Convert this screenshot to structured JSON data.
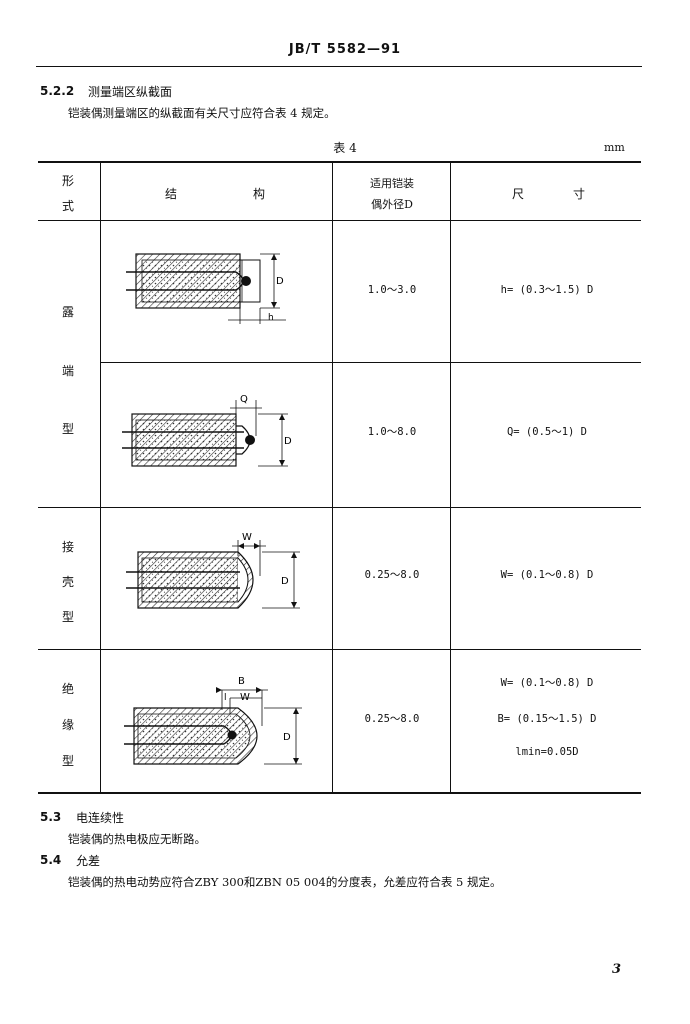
{
  "header": {
    "code": "JB/T 5582—91"
  },
  "sec_522": {
    "num": "5.2.2",
    "title": "测量端区纵截面",
    "para": "铠装偶测量端区的纵截面有关尺寸应符合表 4 规定。"
  },
  "table": {
    "title": "表 4",
    "unit": "mm",
    "head": {
      "form": [
        "形",
        "式"
      ],
      "structure": [
        "结",
        "构"
      ],
      "diameter": [
        "适用铠装",
        "偶外径D"
      ],
      "size": [
        "尺",
        "寸"
      ]
    },
    "exposed_group": [
      "露",
      "端",
      "型"
    ],
    "rows": [
      {
        "diameter": "1.0～3.0",
        "size": [
          "h= (0.3～1.5) D"
        ],
        "labels": {
          "d": "D",
          "h": "h"
        }
      },
      {
        "diameter": "1.0～8.0",
        "size": [
          "Q= (0.5～1) D"
        ],
        "labels": {
          "q": "Q",
          "d": "D"
        }
      },
      {
        "form": [
          "接",
          "壳",
          "型"
        ],
        "diameter": "0.25～8.0",
        "size": [
          "W= (0.1～0.8) D"
        ],
        "labels": {
          "w": "W",
          "d": "D"
        }
      },
      {
        "form": [
          "绝",
          "缘",
          "型"
        ],
        "diameter": "0.25～8.0",
        "size": [
          "W= (0.1～0.8) D",
          "B= (0.15～1.5) D",
          "lmin=0.05D"
        ],
        "labels": {
          "b": "B",
          "l": "l",
          "w": "W",
          "d": "D"
        }
      }
    ]
  },
  "sec_53": {
    "num": "5.3",
    "title": "电连续性",
    "para": "铠装偶的热电极应无断路。"
  },
  "sec_54": {
    "num": "5.4",
    "title": "允差",
    "para": "铠装偶的热电动势应符合ZBY 300和ZBN 05 004的分度表，允差应符合表 5 规定。"
  },
  "page_number": "3"
}
